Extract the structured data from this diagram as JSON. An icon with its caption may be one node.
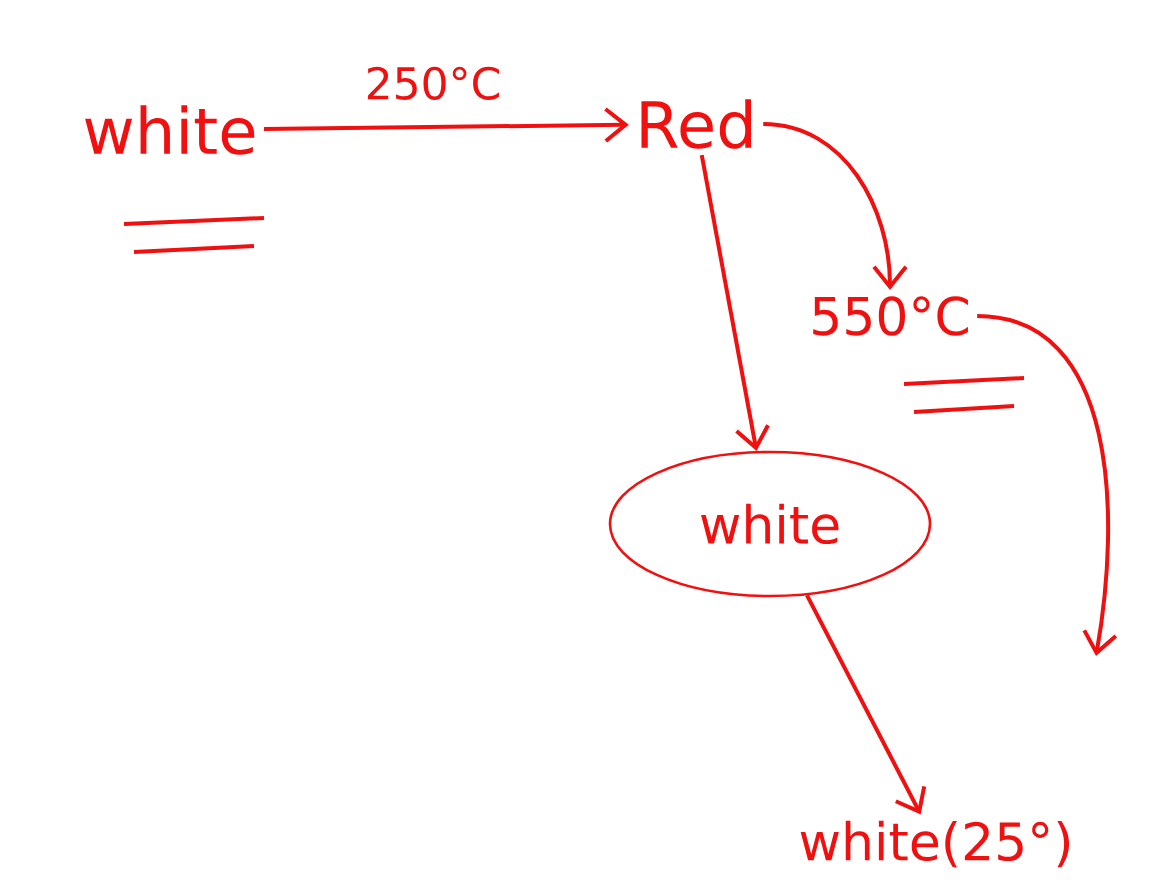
{
  "diagram": {
    "nodes": [
      {
        "text": [
          "white"
        ]
      },
      {
        "text": [
          "Red"
        ]
      },
      {
        "text": [
          "550°C"
        ]
      },
      {
        "text": [
          "white"
        ]
      },
      {
        "text": [
          "white(25°)"
        ]
      }
    ],
    "edges": [
      {
        "from": 0,
        "to": 1,
        "arrow": "to",
        "label": "250°C"
      },
      {
        "from": 1,
        "to": 2,
        "arrow": "to"
      },
      {
        "from": 1,
        "to": 3,
        "arrow": "to"
      },
      {
        "from": 3,
        "to": 4,
        "arrow": "to"
      },
      {
        "from": 2,
        "to": null,
        "arrow": "to"
      }
    ]
  }
}
